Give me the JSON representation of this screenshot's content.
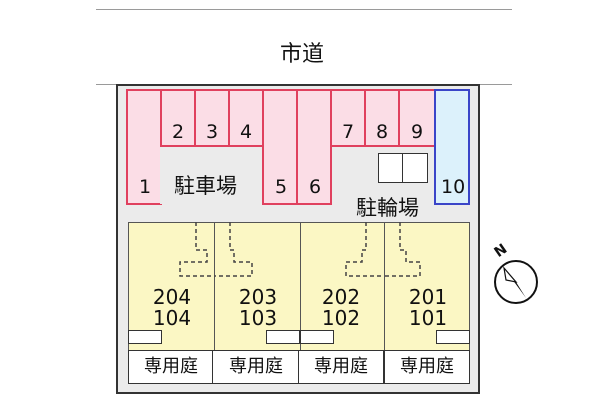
{
  "road": {
    "label": "市道"
  },
  "parking": {
    "label": "駐車場",
    "stalls": [
      "1",
      "2",
      "3",
      "4",
      "5",
      "6",
      "7",
      "8",
      "9"
    ],
    "bike_stall": "10"
  },
  "bicycle_parking": {
    "label": "駐輪場"
  },
  "units": [
    {
      "upper": "204",
      "lower": "104",
      "garden": "専用庭"
    },
    {
      "upper": "203",
      "lower": "103",
      "garden": "専用庭"
    },
    {
      "upper": "202",
      "lower": "102",
      "garden": "専用庭"
    },
    {
      "upper": "201",
      "lower": "101",
      "garden": "専用庭"
    }
  ],
  "compass": {
    "label": "N",
    "icon": "compass-north-icon"
  },
  "colors": {
    "stall_fill": "#fbdde6",
    "stall_border": "#e0405e",
    "bike_fill": "#dcf1fb",
    "bike_border": "#3a45c8",
    "unit_fill": "#fbf7c4",
    "lot_fill": "#ebebeb"
  }
}
